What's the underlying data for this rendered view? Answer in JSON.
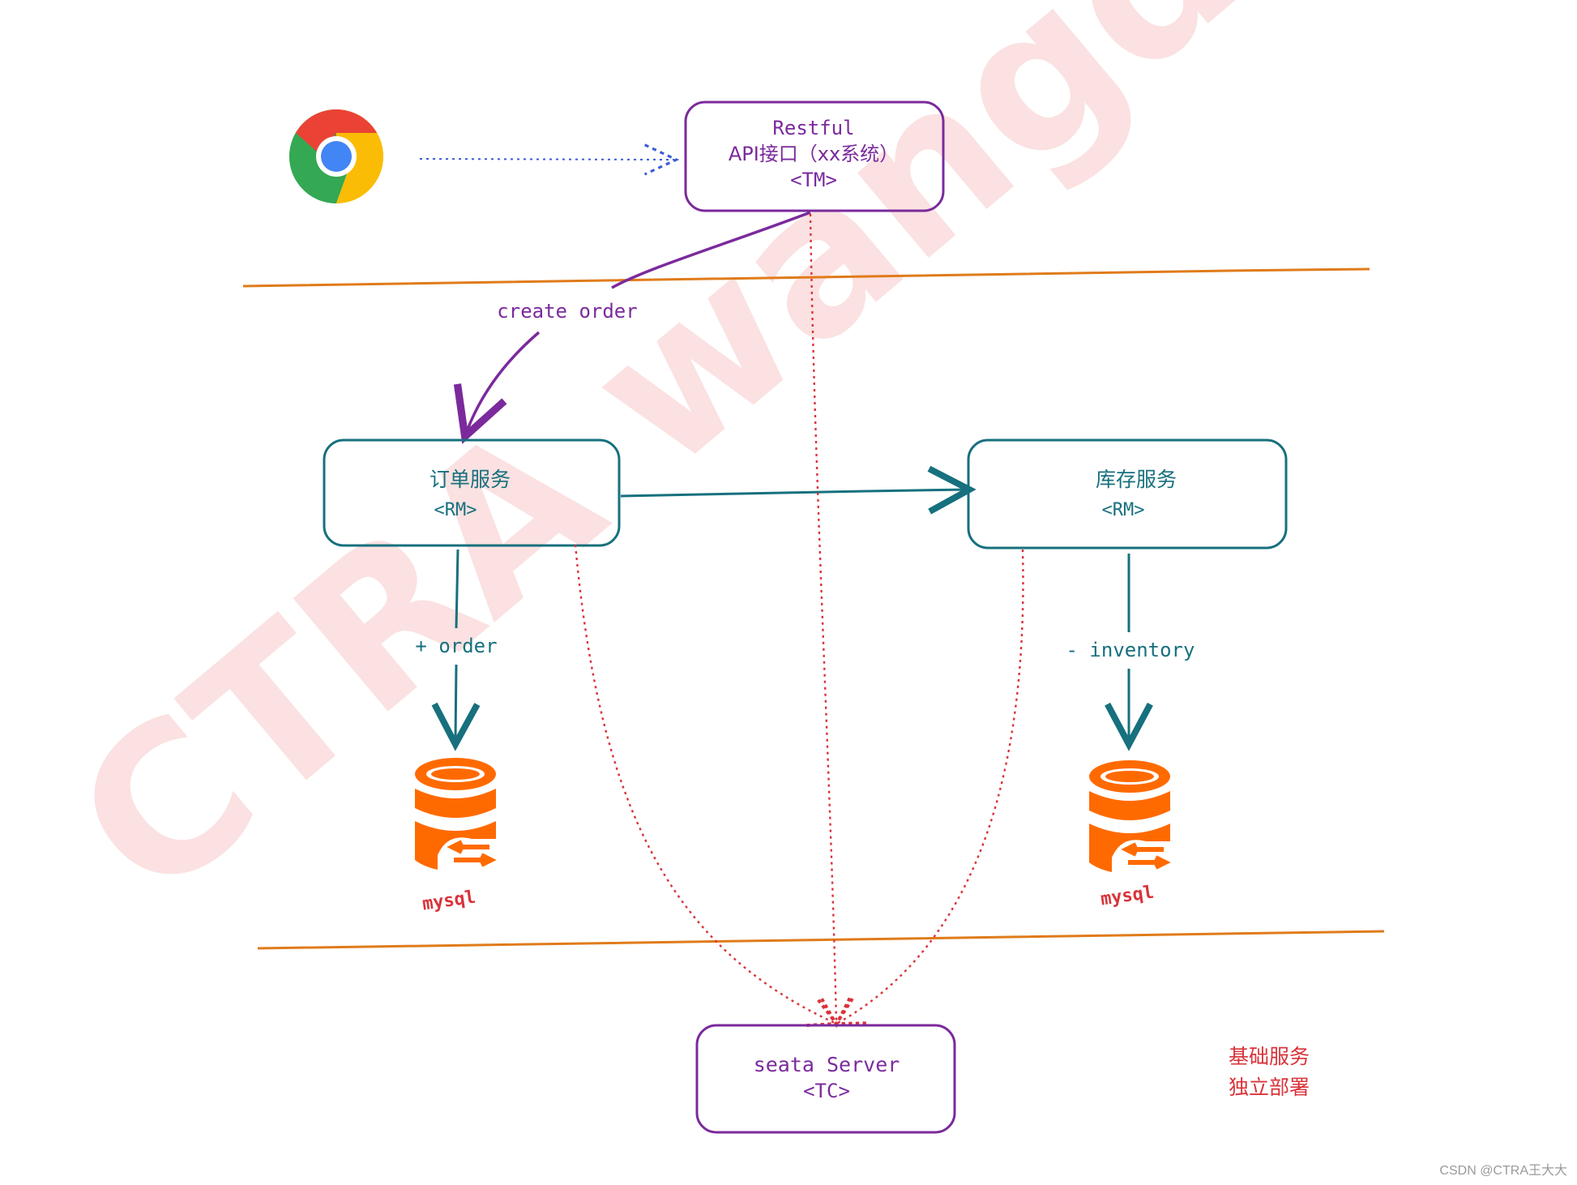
{
  "colors": {
    "purple": "#7b2a9c",
    "teal": "#17707e",
    "orange_line": "#e07b1a",
    "red_dotted": "#d9333a",
    "blue_dotted": "#3b5bd6",
    "mysql_orange": "#ff6a00",
    "watermark": "#fbe1e1"
  },
  "watermark_text": "CTRA wangdada",
  "browser_icon": "chrome-icon",
  "nodes": {
    "api": {
      "line1": "Restful",
      "line2": "API接口（xx系统）",
      "line3": "<TM>"
    },
    "order": {
      "title": "订单服务",
      "role": "<RM>"
    },
    "inventory": {
      "title": "库存服务",
      "role": "<RM>"
    },
    "seata": {
      "title": "seata Server",
      "role": "<TC>"
    }
  },
  "edges": {
    "create_order": "create order",
    "plus_order": "+ order",
    "minus_inventory": "- inventory"
  },
  "databases": {
    "left": {
      "label": "mysql",
      "icon": "mysql-db-icon"
    },
    "right": {
      "label": "mysql",
      "icon": "mysql-db-icon"
    }
  },
  "note": {
    "line1": "基础服务",
    "line2": "独立部署"
  },
  "footer": "CSDN @CTRA王大大"
}
